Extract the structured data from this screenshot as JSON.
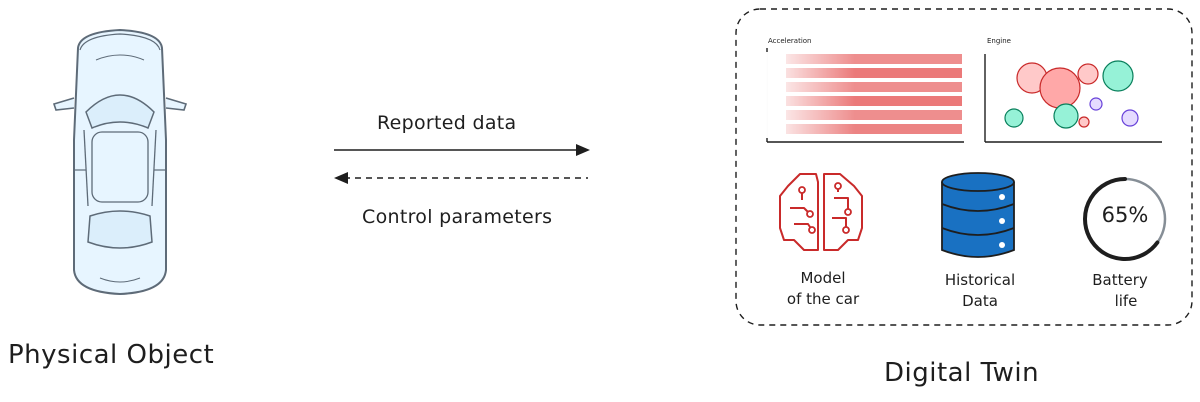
{
  "physical": {
    "title": "Physical Object"
  },
  "arrows": {
    "reported": "Reported data",
    "control": "Control parameters"
  },
  "twin": {
    "title": "Digital Twin",
    "charts": {
      "acceleration": "Acceleration",
      "engine": "Engine"
    },
    "model": {
      "line1": "Model",
      "line2": "of the car"
    },
    "historical": {
      "line1": "Historical",
      "line2": "Data"
    },
    "battery": {
      "value": "65%",
      "percent": 65,
      "line1": "Battery",
      "line2": "life"
    }
  },
  "colors": {
    "stroke": "#1e1e1e",
    "car_fill": "#e7f5ff",
    "car_stroke": "#5e6b78",
    "accel": "#e03131",
    "db_fill": "#1971c2",
    "brain": "#c92a2a",
    "ring_fill": "#1e1e1e",
    "ring_track": "#868e96"
  }
}
